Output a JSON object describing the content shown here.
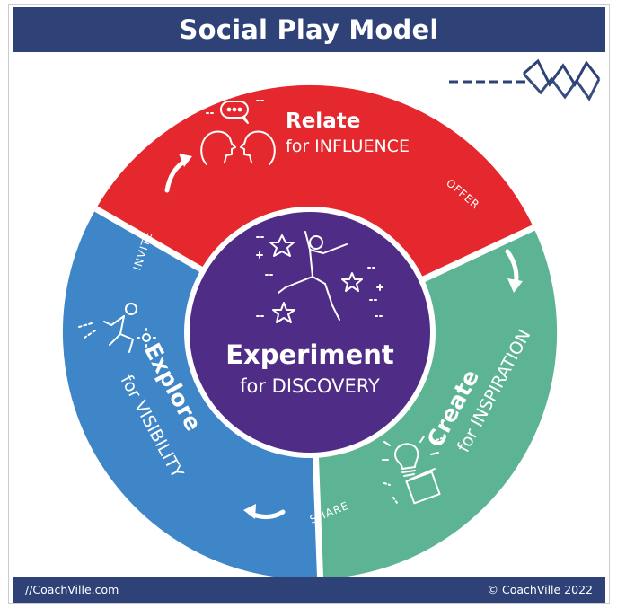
{
  "header": {
    "title": "Social Play Model"
  },
  "footer": {
    "left": "//CoachVille.com",
    "right": "© CoachVille 2022"
  },
  "center": {
    "title": "Experiment",
    "subtitle": "for DISCOVERY"
  },
  "segments": {
    "relate": {
      "title": "Relate",
      "subtitle": "for INFLUENCE",
      "edge_label": "OFFER"
    },
    "create": {
      "title": "Create",
      "subtitle": "for INSPIRATION",
      "edge_label": "SHARE"
    },
    "explore": {
      "title": "Explore",
      "subtitle": "for VISIBILITY",
      "edge_label": "INVITE"
    }
  },
  "colors": {
    "header": "#2e4278",
    "relate": "#e5282d",
    "create": "#5db495",
    "explore": "#3f86c8",
    "center": "#4f2c86",
    "zigzag": "#2e4278"
  },
  "icons": [
    "conversation-icon",
    "dancer-icon",
    "explorer-icon",
    "lightbulb-icon",
    "zigzag-icon"
  ]
}
